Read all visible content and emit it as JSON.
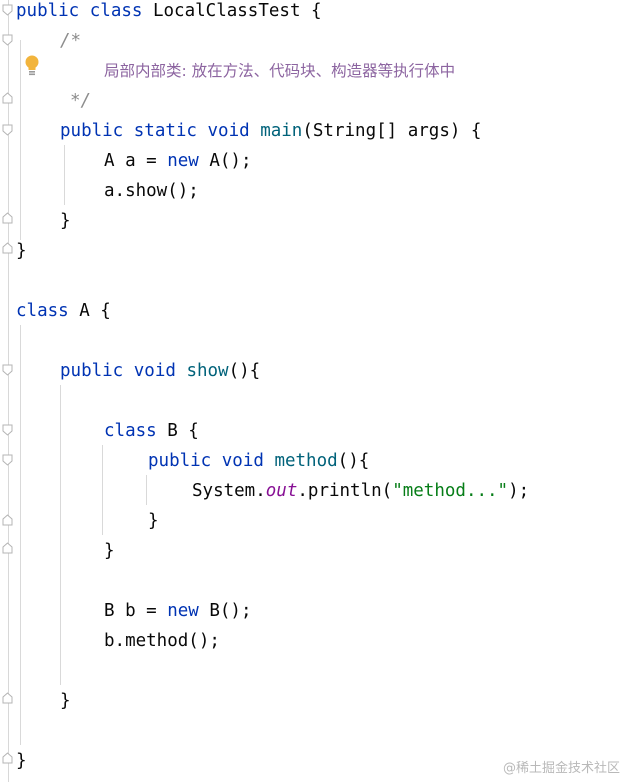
{
  "code": {
    "l1": {
      "kw": "public class",
      "name": "LocalClassTest",
      "brace": "{"
    },
    "l2": {
      "open": "/*"
    },
    "l3": {
      "text": "局部内部类: 放在方法、代码块、构造器等执行体中"
    },
    "l4": {
      "close": "*/"
    },
    "l5": {
      "kw": "public static void",
      "fn": "main",
      "rest": "(String[] args) {"
    },
    "l6": {
      "pre": "A a = ",
      "kw": "new",
      "post": " A();"
    },
    "l7": {
      "text": "a.show();"
    },
    "l8": {
      "text": "}"
    },
    "l9": {
      "text": "}"
    },
    "l10": {
      "kw": "class",
      "rest": "A {"
    },
    "l11": {
      "kw": "public void",
      "fn": "show",
      "rest": "(){"
    },
    "l12": {
      "kw": "class",
      "rest": "B {"
    },
    "l13": {
      "kw": "public void",
      "fn": "method",
      "rest": "(){"
    },
    "l14": {
      "pre": "System.",
      "field": "out",
      "mid": ".println(",
      "str": "\"method...\"",
      "post": ");"
    },
    "l15": {
      "text": "}"
    },
    "l16": {
      "text": "}"
    },
    "l17": {
      "pre": "B b = ",
      "kw": "new",
      "post": " B();"
    },
    "l18": {
      "text": "b.method();"
    },
    "l19": {
      "text": "}"
    },
    "l20": {
      "text": "}"
    }
  },
  "icons": {
    "bulb": "lightbulb-icon",
    "fold": "fold-marker-icon"
  },
  "watermark": "@稀土掘金技术社区"
}
